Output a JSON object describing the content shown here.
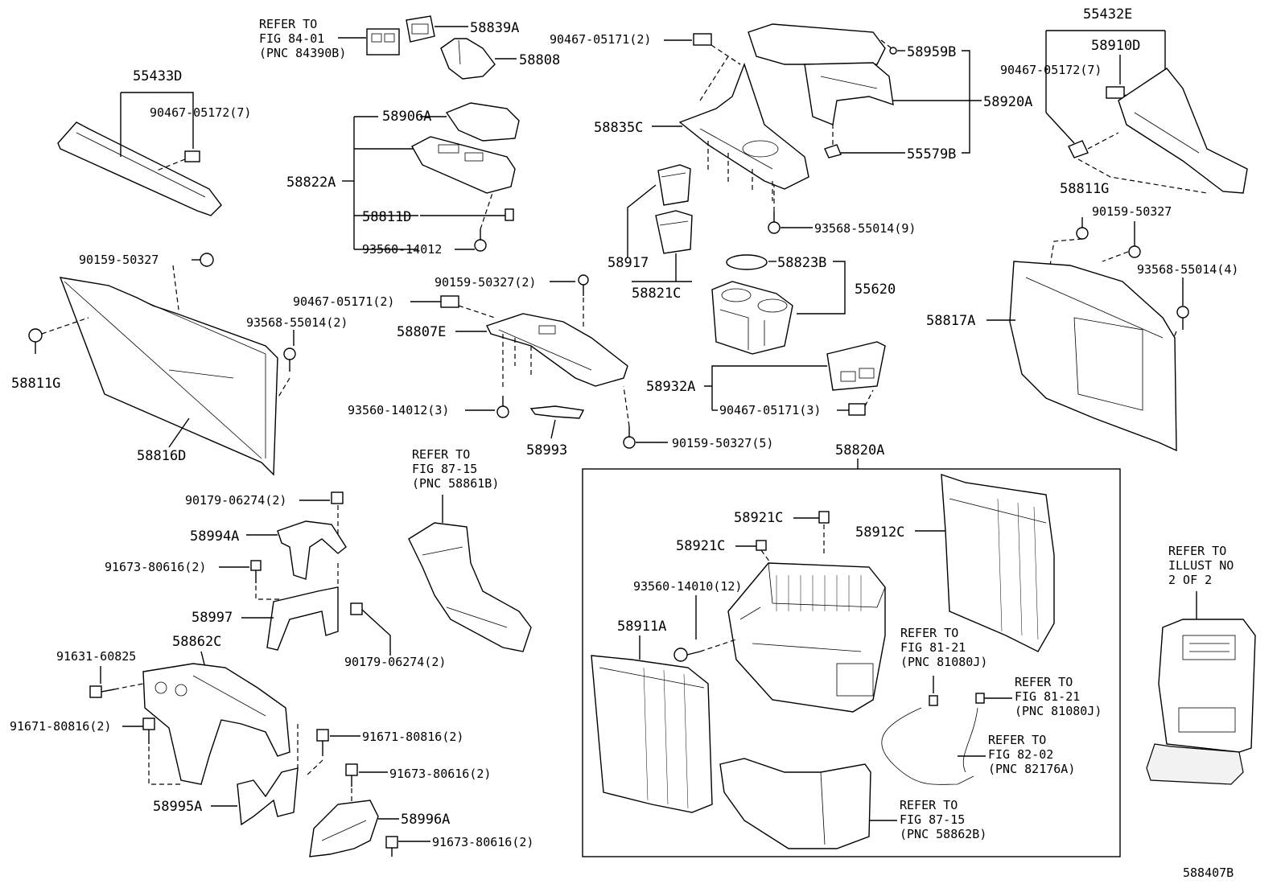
{
  "diagram_id": "588407B",
  "group_label": "58820A",
  "labels": {
    "p55433D": "55433D",
    "p90467_05172_7_a": "90467-05172(7)",
    "p90159_50327_a": "90159-50327",
    "p93568_55014_2": "93568-55014(2)",
    "p58811G_a": "58811G",
    "p58816D": "58816D",
    "ref8401_1": "REFER TO",
    "ref8401_2": "FIG 84-01",
    "ref8401_3": "(PNC 84390B)",
    "p58839A": "58839A",
    "p58808": "58808",
    "p58906A": "58906A",
    "p58822A": "58822A",
    "p58811D": "58811D",
    "p93560_14012": "93560-14012",
    "p90159_50327_2": "90159-50327(2)",
    "p90467_05171_2_a": "90467-05171(2)",
    "p58807E": "58807E",
    "p93560_14012_3": "93560-14012(3)",
    "p58993": "58993",
    "p90159_50327_5": "90159-50327(5)",
    "p90467_05171_2_b": "90467-05171(2)",
    "p58959B": "58959B",
    "p58835C": "58835C",
    "p58920A": "58920A",
    "p55579B": "55579B",
    "p93568_55014_9": "93568-55014(9)",
    "p58917": "58917",
    "p58821C": "58821C",
    "p58823B": "58823B",
    "p55620": "55620",
    "p58932A": "58932A",
    "p90467_05171_3": "90467-05171(3)",
    "p55432E": "55432E",
    "p58910D": "58910D",
    "p90467_05172_7_b": "90467-05172(7)",
    "p58811G_b": "58811G",
    "p90159_50327_b": "90159-50327",
    "p93568_55014_4": "93568-55014(4)",
    "p58817A": "58817A",
    "ref8715a_1": "REFER TO",
    "ref8715a_2": "FIG 87-15",
    "ref8715a_3": "(PNC 58861B)",
    "p90179_06274_2_a": "90179-06274(2)",
    "p58994A": "58994A",
    "p91673_80616_2_a": "91673-80616(2)",
    "p58997": "58997",
    "p58862C": "58862C",
    "p91631_60825": "91631-60825",
    "p90179_06274_2_b": "90179-06274(2)",
    "p91671_80816_2_a": "91671-80816(2)",
    "p91671_80816_2_b": "91671-80816(2)",
    "p91673_80616_2_b": "91673-80616(2)",
    "p58995A": "58995A",
    "p58996A": "58996A",
    "p91673_80616_2_c": "91673-80616(2)",
    "p58921C_a": "58921C",
    "p58921C_b": "58921C",
    "p58912C": "58912C",
    "p93560_14010_12": "93560-14010(12)",
    "p58911A": "58911A",
    "ref8121a_1": "REFER TO",
    "ref8121a_2": "FIG 81-21",
    "ref8121a_3": "(PNC 81080J)",
    "ref8121b_1": "REFER TO",
    "ref8121b_2": "FIG 81-21",
    "ref8121b_3": "(PNC 81080J)",
    "ref8202_1": "REFER TO",
    "ref8202_2": "FIG 82-02",
    "ref8202_3": "(PNC 82176A)",
    "ref8715b_1": "REFER TO",
    "ref8715b_2": "FIG 87-15",
    "ref8715b_3": "(PNC 58862B)",
    "refill_1": "REFER TO",
    "refill_2": "ILLUST NO",
    "refill_3": "2 OF 2"
  }
}
